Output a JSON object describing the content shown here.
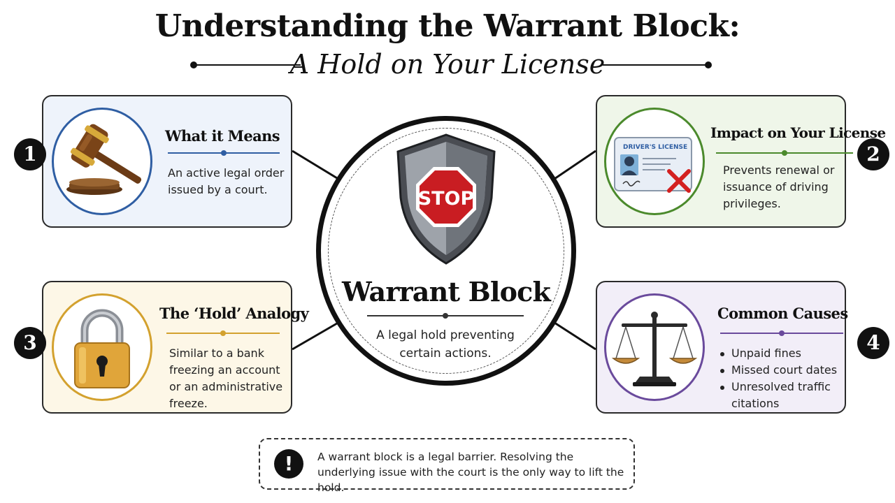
{
  "header": {
    "title": "Understanding the Warrant Block:",
    "subtitle": "A Hold on Your License"
  },
  "center": {
    "stop_sign_text": "STOP",
    "title": "Warrant Block",
    "description": "A legal hold preventing certain actions."
  },
  "cards": [
    {
      "number": "1",
      "title": "What it Means",
      "body": "An active legal order issued by a court.",
      "icon": "gavel-icon",
      "accent": "#2f5ea3"
    },
    {
      "number": "2",
      "title": "Impact on Your License",
      "body": "Prevents renewal or issuance of driving privileges.",
      "icon": "drivers-license-icon",
      "icon_label": "DRIVER'S LICENSE",
      "accent": "#4b8a2c"
    },
    {
      "number": "3",
      "title": "The ‘Hold’ Analogy",
      "body": "Similar to a bank freezing an account or an administrative freeze.",
      "icon": "padlock-icon",
      "accent": "#d3a12e"
    },
    {
      "number": "4",
      "title": "Common Causes",
      "bullets": [
        "Unpaid fines",
        "Missed court dates",
        "Unresolved traffic citations"
      ],
      "icon": "scales-of-justice-icon",
      "accent": "#6a4a9c"
    }
  ],
  "note": {
    "icon": "exclamation-icon",
    "symbol": "!",
    "text": "A warrant block is a legal barrier. Resolving the underlying issue with the court is the only way to lift the hold."
  }
}
